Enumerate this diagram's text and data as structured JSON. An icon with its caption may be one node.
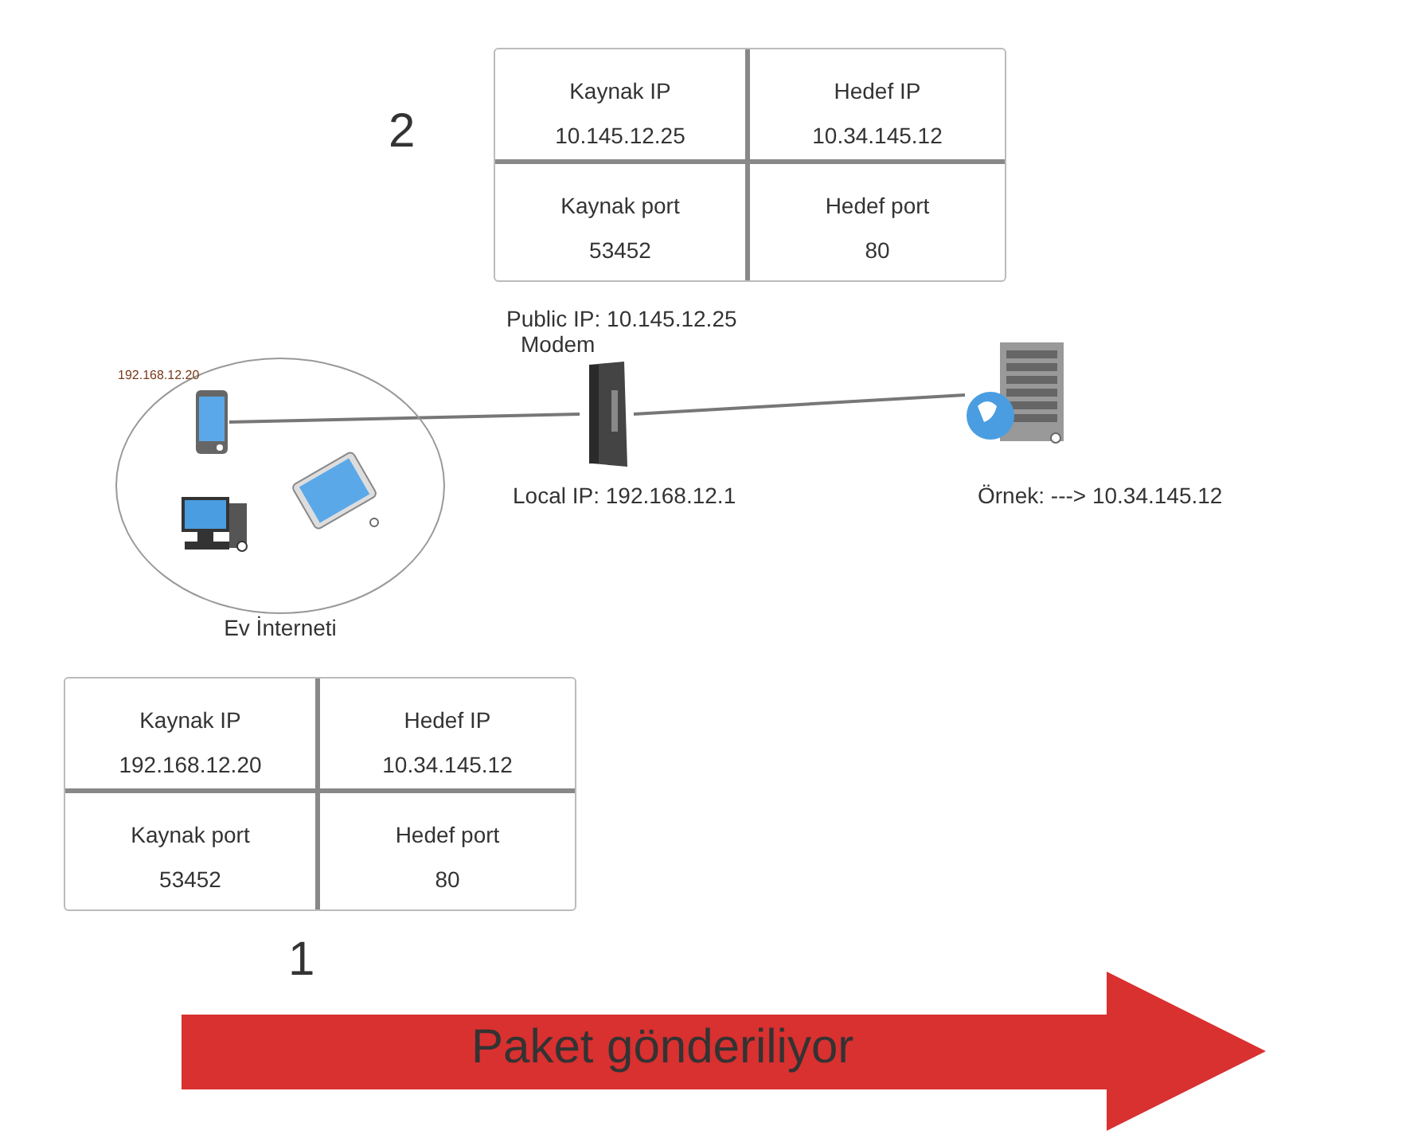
{
  "diagram": {
    "nodes": [
      {
        "text": [
          "Ev İnterneti"
        ]
      },
      {
        "text": [],
        "shape": "picture",
        "in": 0,
        "beside": [
          "192.168.12.20"
        ]
      },
      {
        "text": [],
        "shape": "picture",
        "in": 0
      },
      {
        "text": [],
        "shape": "picture",
        "in": 0
      },
      {
        "text": [],
        "shape": "picture",
        "beside": [
          "Public IP: 10.145.12.25",
          "Modem",
          "Local IP: 192.168.12.1"
        ]
      },
      {
        "text": [],
        "shape": "picture",
        "beside": [
          "Örnek: ---> 10.34.145.12"
        ]
      },
      {
        "text": [
          "Paket gönderiliyor"
        ]
      }
    ],
    "edges": [
      {
        "from": 1,
        "to": 4,
        "arrow": "none"
      },
      {
        "from": 4,
        "to": 5,
        "arrow": "none"
      }
    ],
    "labels": [
      "2",
      "Kaynak IP",
      "10.145.12.25",
      "Hedef IP",
      "10.34.145.12",
      "Kaynak port",
      "53452",
      "Hedef port",
      "80",
      "Kaynak IP",
      "192.168.12.20",
      "Hedef IP",
      "10.34.145.12",
      "Kaynak port",
      "53452",
      "Hedef port",
      "80",
      "1"
    ]
  }
}
